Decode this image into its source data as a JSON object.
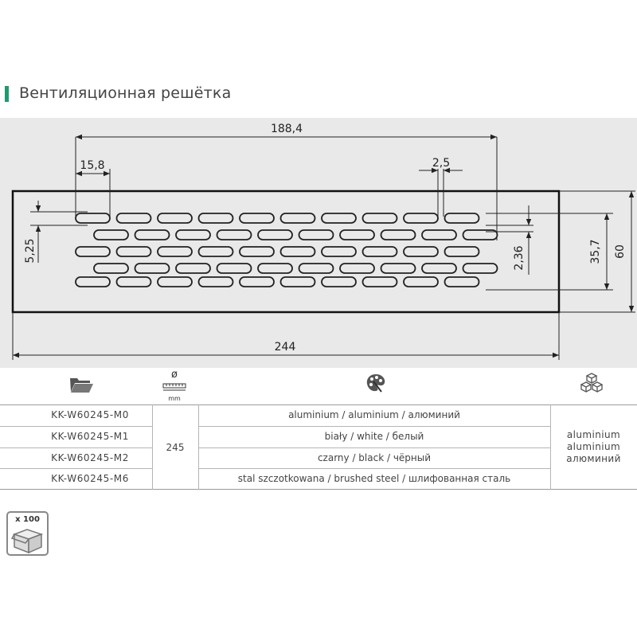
{
  "title": "Вентиляционная решётка",
  "drawing": {
    "dimensions": {
      "slot_pitch_length": "188,4",
      "slot_length": "15,8",
      "slot_gap": "2,5",
      "row_pitch": "5,25",
      "slot_width": "2,36",
      "slots_height": "35,7",
      "total_height": "60",
      "total_length": "244"
    }
  },
  "header": {
    "folder_icon": "folder-icon",
    "diameter_symbol": "ø",
    "diameter_unit": "mm",
    "palette_icon": "palette-icon",
    "cubes_icon": "cubes-icon"
  },
  "table": {
    "rows": [
      {
        "code": "KK-W60245-M0",
        "color": "aluminium / aluminium / алюминий"
      },
      {
        "code": "KK-W60245-M1",
        "color": "biały / white / белый"
      },
      {
        "code": "KK-W60245-M2",
        "color": "czarny / black / чёрный"
      },
      {
        "code": "KK-W60245-M6",
        "color": "stal szczotkowana / brushed steel / шлифованная сталь"
      }
    ],
    "size": "245",
    "material": [
      "aluminium",
      "aluminium",
      "алюминий"
    ]
  },
  "package": {
    "label": "x 100",
    "icon": "box-icon"
  },
  "colors": {
    "accent": "#1f9a6e",
    "drawing_background": "#e9e9e9"
  }
}
